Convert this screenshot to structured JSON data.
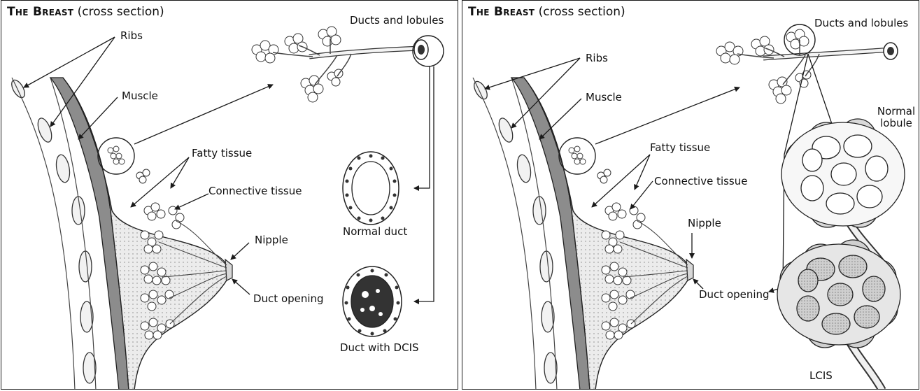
{
  "panels": [
    {
      "title_bold": "The Breast",
      "title_rest": " (cross section)",
      "labels": {
        "ducts_lobules": "Ducts and lobules",
        "ribs": "Ribs",
        "muscle": "Muscle",
        "fatty": "Fatty tissue",
        "connective": "Connective tissue",
        "nipple": "Nipple",
        "duct_opening": "Duct opening",
        "normal_duct": "Normal duct",
        "duct_dcis": "Duct with DCIS"
      }
    },
    {
      "title_bold": "The Breast",
      "title_rest": " (cross section)",
      "labels": {
        "ducts_lobules": "Ducts and lobules",
        "ribs": "Ribs",
        "muscle": "Muscle",
        "fatty": "Fatty tissue",
        "connective": "Connective tissue",
        "nipple": "Nipple",
        "duct_opening": "Duct opening",
        "normal_lobule_1": "Normal",
        "normal_lobule_2": "lobule",
        "lcis": "LCIS"
      }
    }
  ],
  "colors": {
    "ink": "#1a1a1a",
    "tissue": "#e9e9e9",
    "muscle": "#8c8c8c",
    "dcis": "#333333",
    "lcis": "#cfcfcf"
  }
}
